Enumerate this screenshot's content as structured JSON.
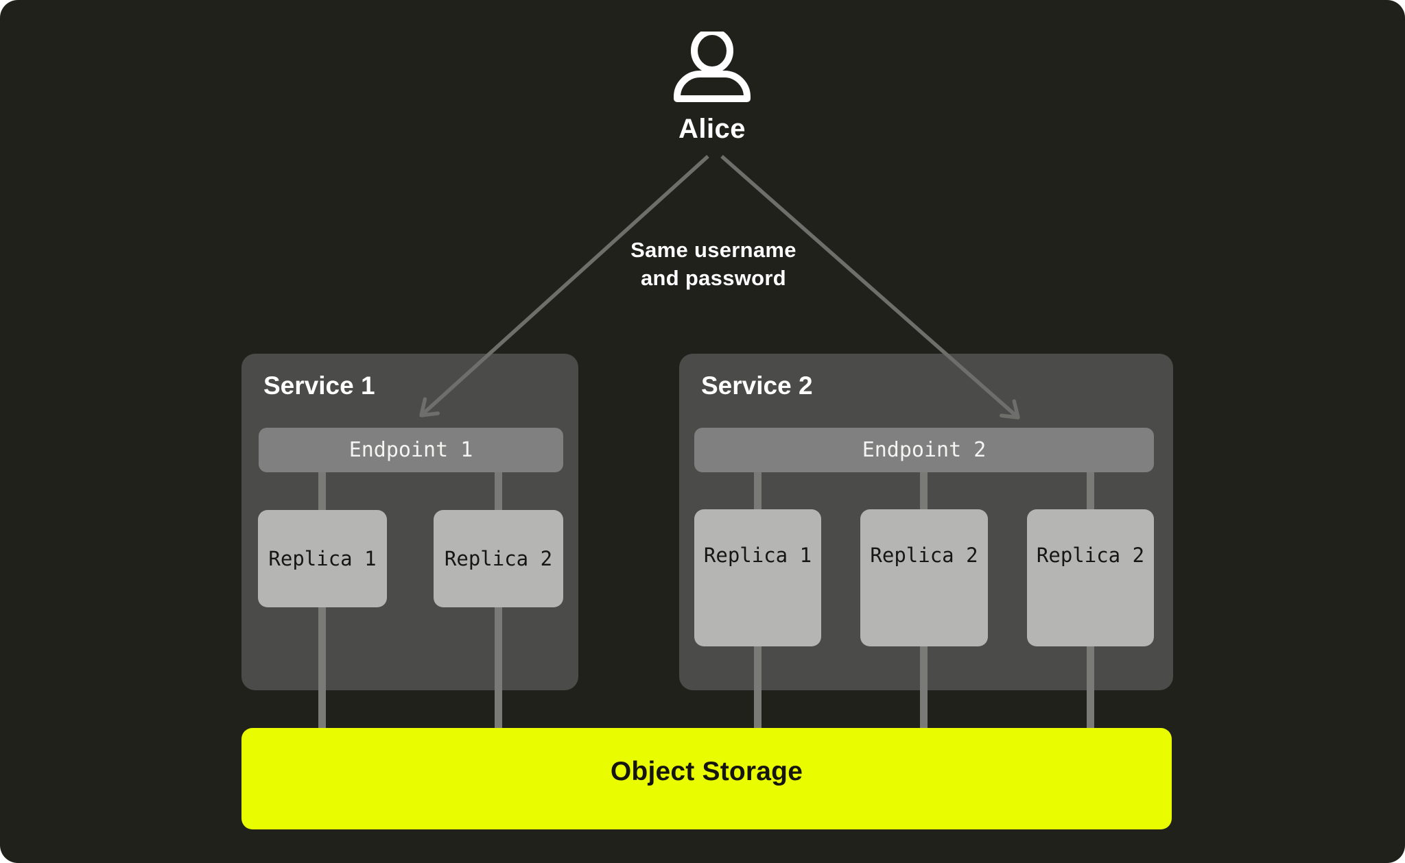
{
  "actor": {
    "name": "Alice"
  },
  "note": {
    "line1": "Same username",
    "line2": "and password"
  },
  "services": [
    {
      "title": "Service 1",
      "endpoint": {
        "label": "Endpoint 1"
      },
      "replicas": [
        {
          "label": "Replica 1"
        },
        {
          "label": "Replica 2"
        }
      ]
    },
    {
      "title": "Service 2",
      "endpoint": {
        "label": "Endpoint 2"
      },
      "replicas": [
        {
          "label": "Replica 1"
        },
        {
          "label": "Replica 2"
        },
        {
          "label": "Replica 2"
        }
      ]
    }
  ],
  "storage": {
    "label": "Object Storage"
  },
  "colors": {
    "canvas_background": "#20211b",
    "page_background": "#ffffff",
    "service_panel": "#4b4b49",
    "endpoint_bar": "#808080",
    "replica_box": "#b5b5b3",
    "connector_line": "#7a7a77",
    "arrow": "#6e6e6b",
    "storage_bar": "#eafc00",
    "text_light": "#ffffff",
    "text_dark": "#161616"
  }
}
